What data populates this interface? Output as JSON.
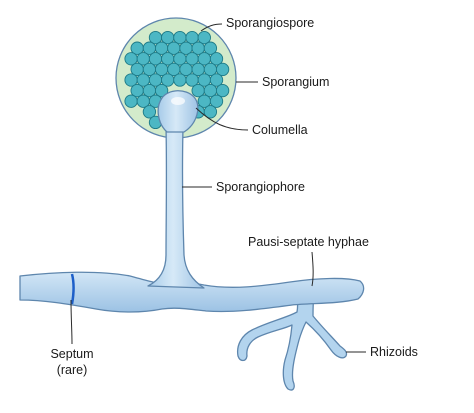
{
  "labels": {
    "sporangiospore": "Sporangiospore",
    "sporangium": "Sporangium",
    "columella": "Columella",
    "sporangiophore": "Sporangiophore",
    "pausi_septate_hyphae": "Pausi-septate hyphae",
    "rhizoids": "Rhizoids",
    "septum_line1": "Septum",
    "septum_line2": "(rare)"
  },
  "colors": {
    "hypha_fill": "#b3d4ee",
    "hypha_outline": "#5e86ad",
    "sporangium_fill": "#d3ebcb",
    "spore_fill": "#4cb7c4",
    "spore_outline": "#1c7986",
    "septum": "#1d5fc9"
  }
}
